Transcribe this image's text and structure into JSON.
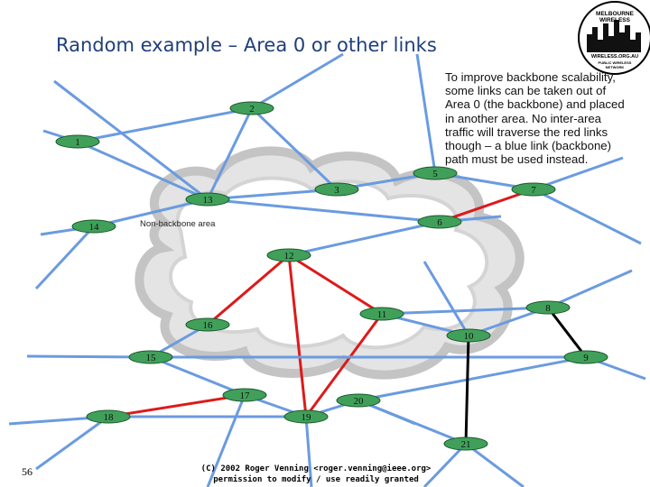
{
  "slide": {
    "title": "Random example – Area 0 or other links",
    "description_lines": [
      "To improve backbone scalability,",
      "some links can be taken out of",
      "Area 0 (the backbone) and placed",
      "in another area. No inter-area",
      "traffic will traverse the red links",
      "though – a blue link (backbone)",
      "path must be used instead."
    ],
    "non_backbone_label": "Non-backbone area",
    "page_number": "56",
    "footer_lines": [
      "(C) 2002 Roger Venning <roger.venning@ieee.org>",
      "permission to modify / use readily granted"
    ]
  },
  "logo": {
    "top_text_1": "MELBOURNE",
    "top_text_2": "WIRELESS",
    "url_text": "WIRELESS.ORG.AU",
    "bottom_text_1": "PUBLIC WIRELESS",
    "bottom_text_2": "NETWORK"
  },
  "colors": {
    "backbone_link": "#6a9be0",
    "non_backbone_link": "#dd1a1a",
    "other_link": "#000000",
    "node_fill": "#40a05a",
    "title": "#1f3f7a",
    "cloud": "#c4c4c4"
  },
  "nodes": [
    {
      "id": "1",
      "label": "1"
    },
    {
      "id": "2",
      "label": "2"
    },
    {
      "id": "3",
      "label": "3"
    },
    {
      "id": "5",
      "label": "5"
    },
    {
      "id": "6",
      "label": "6"
    },
    {
      "id": "7",
      "label": "7"
    },
    {
      "id": "8",
      "label": "8"
    },
    {
      "id": "9",
      "label": "9"
    },
    {
      "id": "10",
      "label": "10"
    },
    {
      "id": "11",
      "label": "11"
    },
    {
      "id": "12",
      "label": "12"
    },
    {
      "id": "13",
      "label": "13"
    },
    {
      "id": "14",
      "label": "14"
    },
    {
      "id": "15",
      "label": "15"
    },
    {
      "id": "16",
      "label": "16"
    },
    {
      "id": "17",
      "label": "17"
    },
    {
      "id": "18",
      "label": "18"
    },
    {
      "id": "19",
      "label": "19"
    },
    {
      "id": "20",
      "label": "20"
    },
    {
      "id": "21",
      "label": "21"
    }
  ],
  "links": [
    {
      "from": "1",
      "to": "2",
      "type": "backbone"
    },
    {
      "from": "2",
      "to": "3",
      "type": "backbone"
    },
    {
      "from": "2",
      "to": "13",
      "type": "backbone"
    },
    {
      "from": "1",
      "to": "13",
      "type": "backbone"
    },
    {
      "from": "3",
      "to": "13",
      "type": "backbone"
    },
    {
      "from": "13",
      "to": "14",
      "type": "backbone"
    },
    {
      "from": "13",
      "to": "6",
      "type": "backbone"
    },
    {
      "from": "6",
      "to": "12",
      "type": "backbone"
    },
    {
      "from": "3",
      "to": "5",
      "type": "backbone"
    },
    {
      "from": "5",
      "to": "7",
      "type": "backbone"
    },
    {
      "from": "7",
      "to": "6",
      "type": "non-backbone"
    },
    {
      "from": "12",
      "to": "11",
      "type": "non-backbone"
    },
    {
      "from": "12",
      "to": "16",
      "type": "non-backbone"
    },
    {
      "from": "12",
      "to": "19",
      "type": "non-backbone"
    },
    {
      "from": "11",
      "to": "19",
      "type": "non-backbone"
    },
    {
      "from": "11",
      "to": "8",
      "type": "backbone"
    },
    {
      "from": "11",
      "to": "10",
      "type": "backbone"
    },
    {
      "from": "16",
      "to": "15",
      "type": "backbone"
    },
    {
      "from": "15",
      "to": "17",
      "type": "backbone"
    },
    {
      "from": "15",
      "to": "9",
      "type": "backbone"
    },
    {
      "from": "17",
      "to": "18",
      "type": "non-backbone"
    },
    {
      "from": "17",
      "to": "19",
      "type": "backbone"
    },
    {
      "from": "18",
      "to": "19",
      "type": "backbone"
    },
    {
      "from": "19",
      "to": "20",
      "type": "backbone"
    },
    {
      "from": "20",
      "to": "9",
      "type": "backbone"
    },
    {
      "from": "20",
      "to": "21",
      "type": "backbone"
    },
    {
      "from": "8",
      "to": "10",
      "type": "backbone"
    },
    {
      "from": "8",
      "to": "9",
      "type": "other"
    },
    {
      "from": "10",
      "to": "21",
      "type": "other"
    }
  ]
}
